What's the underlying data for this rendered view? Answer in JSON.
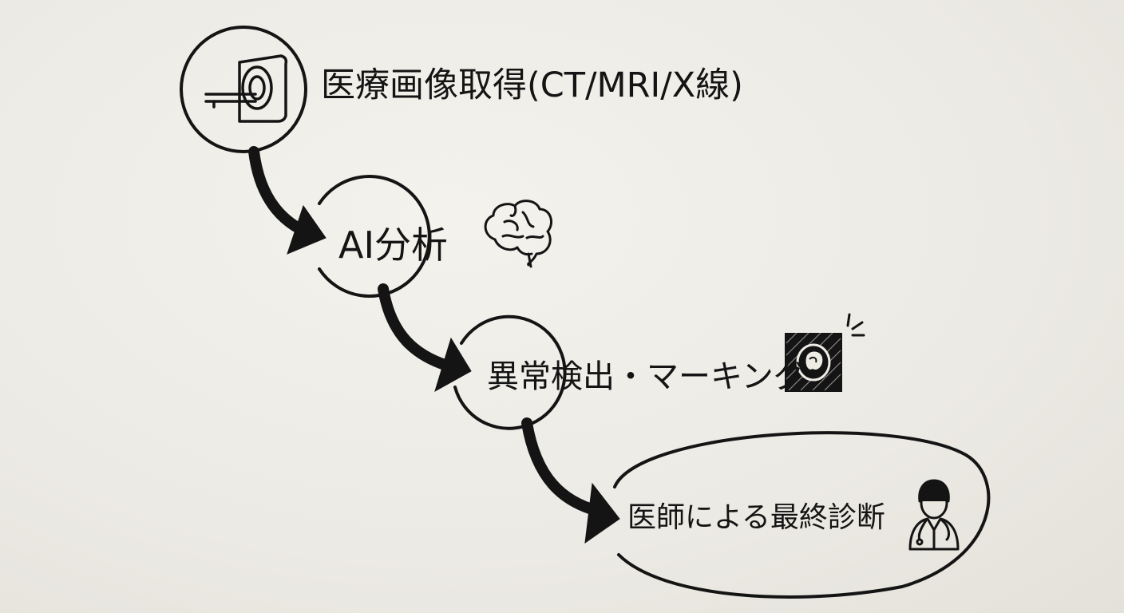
{
  "steps": [
    {
      "label": "医療画像取得(CT/MRI/X線)",
      "icon": "ct-scanner-icon"
    },
    {
      "label": "AI分析",
      "icon": "brain-icon"
    },
    {
      "label": "異常検出・マーキング",
      "icon": "marked-scan-icon"
    },
    {
      "label": "医師による最終診断",
      "icon": "doctor-icon"
    }
  ],
  "colors": {
    "ink": "#141414",
    "paper": "#efece6"
  }
}
